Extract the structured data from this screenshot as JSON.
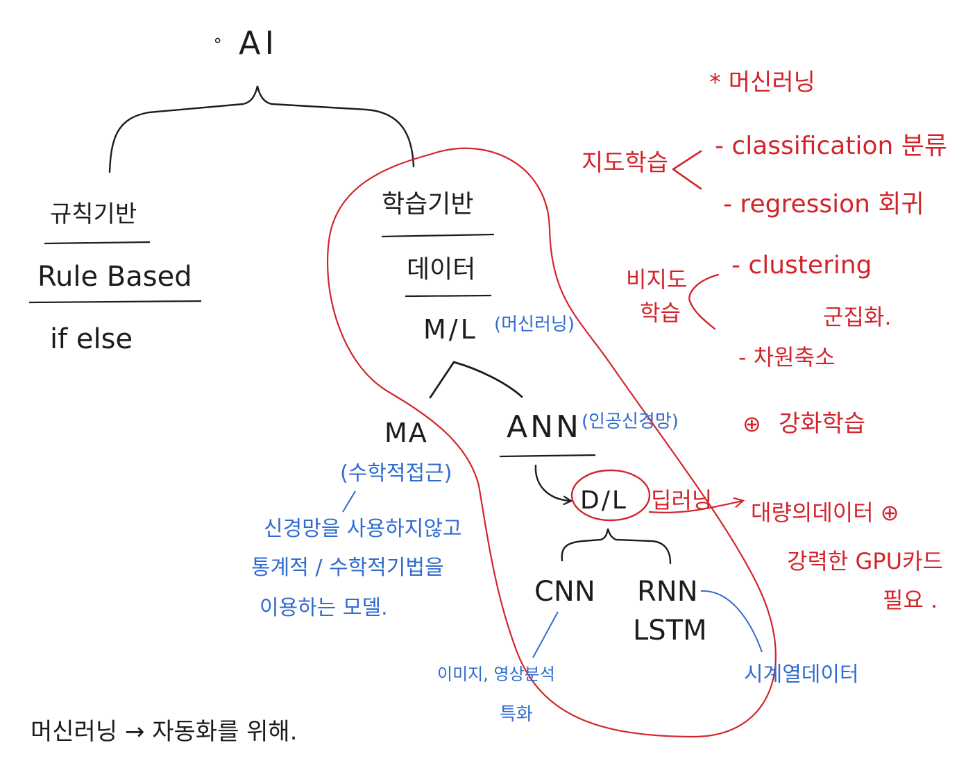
{
  "colors": {
    "ink": "#1c1c1c",
    "red": "#d3242b",
    "blue": "#2f6bd0",
    "background": "#ffffff"
  },
  "root": {
    "bullet": "∘",
    "label": "AI"
  },
  "rule_based": {
    "korean": "규칙기반",
    "english": "Rule Based",
    "detail": "if else"
  },
  "learning_based": {
    "korean": "학습기반",
    "data": "데이터",
    "ml": "M/L",
    "ml_note": "(머신러닝)",
    "ma": "MA",
    "ma_note": "(수학적접근)",
    "ma_desc_lines": [
      "신경망을 사용하지않고",
      "통계적 / 수학적기법을",
      "이용하는 모델."
    ],
    "ann": "ANN",
    "ann_note": "(인공신경망)",
    "dl": "D/L",
    "dl_note": "딥러닝",
    "cnn": "CNN",
    "rnn": "RNN",
    "lstm": "LSTM",
    "cnn_note_lines": [
      "이미지, 영상분석",
      "특화"
    ],
    "rnn_note": "시계열데이터"
  },
  "ml_types": {
    "title": "* 머신러닝",
    "supervised": {
      "label": "지도학습",
      "items": [
        "- classification 분류",
        "- regression 회귀"
      ]
    },
    "unsupervised": {
      "label_lines": [
        "비지도",
        "학습"
      ],
      "items": [
        "- clustering",
        "군집화.",
        "- 차원축소"
      ]
    },
    "reinforcement": {
      "symbol": "⊕",
      "label": "강화학습"
    }
  },
  "dl_requirements": {
    "lines": [
      "대량의데이터 ⊕",
      "강력한 GPU카드",
      "필요 ."
    ]
  },
  "footer": {
    "text": "머신러닝 → 자동화를 위해."
  }
}
